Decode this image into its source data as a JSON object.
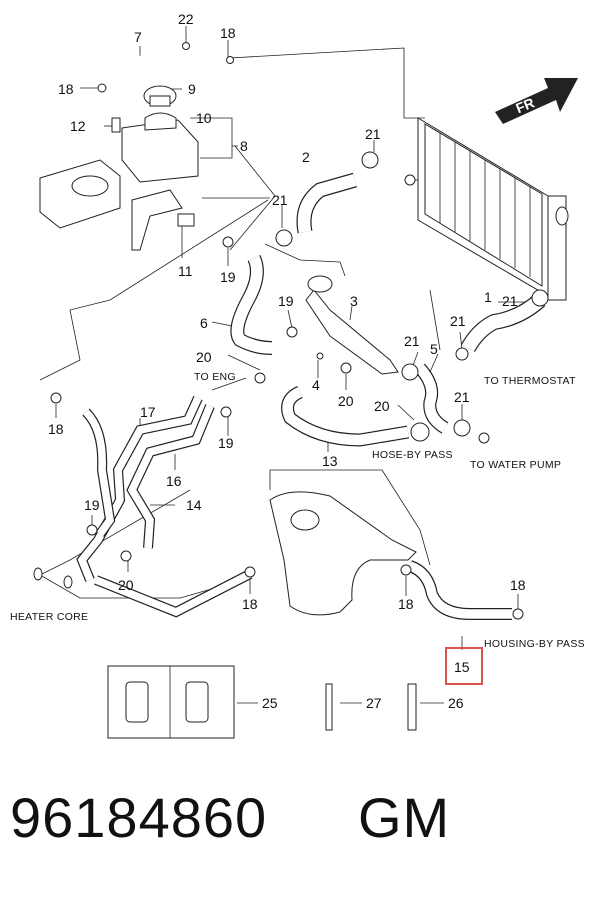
{
  "direction_label": "FR",
  "highlight_color": "#d9534f",
  "callouts": [
    {
      "id": "22",
      "text": "22"
    },
    {
      "id": "18a",
      "text": "18"
    },
    {
      "id": "7",
      "text": "7"
    },
    {
      "id": "18b",
      "text": "18"
    },
    {
      "id": "9",
      "text": "9"
    },
    {
      "id": "10",
      "text": "10"
    },
    {
      "id": "12",
      "text": "12"
    },
    {
      "id": "8",
      "text": "8"
    },
    {
      "id": "2",
      "text": "2"
    },
    {
      "id": "21a",
      "text": "21"
    },
    {
      "id": "21b",
      "text": "21"
    },
    {
      "id": "21c",
      "text": "21"
    },
    {
      "id": "11",
      "text": "11"
    },
    {
      "id": "19a",
      "text": "19"
    },
    {
      "id": "3",
      "text": "3"
    },
    {
      "id": "19b",
      "text": "19"
    },
    {
      "id": "6",
      "text": "6"
    },
    {
      "id": "1",
      "text": "1"
    },
    {
      "id": "21d",
      "text": "21"
    },
    {
      "id": "21e",
      "text": "21"
    },
    {
      "id": "21f",
      "text": "21"
    },
    {
      "id": "5",
      "text": "5"
    },
    {
      "id": "20a",
      "text": "20"
    },
    {
      "id": "4",
      "text": "4"
    },
    {
      "id": "20b",
      "text": "20"
    },
    {
      "id": "21g",
      "text": "21"
    },
    {
      "id": "20c",
      "text": "20"
    },
    {
      "id": "18c",
      "text": "18"
    },
    {
      "id": "17",
      "text": "17"
    },
    {
      "id": "19c",
      "text": "19"
    },
    {
      "id": "13",
      "text": "13"
    },
    {
      "id": "16",
      "text": "16"
    },
    {
      "id": "14",
      "text": "14"
    },
    {
      "id": "19d",
      "text": "19"
    },
    {
      "id": "20d",
      "text": "20"
    },
    {
      "id": "18d",
      "text": "18"
    },
    {
      "id": "18e",
      "text": "18"
    },
    {
      "id": "18f",
      "text": "18"
    },
    {
      "id": "15",
      "text": "15"
    },
    {
      "id": "25",
      "text": "25"
    },
    {
      "id": "27",
      "text": "27"
    },
    {
      "id": "26",
      "text": "26"
    }
  ],
  "notes": {
    "to_eng": "TO  ENG",
    "to_thermostat": "TO  THERMOSTAT",
    "hose_by_pass": "HOSE-BY PASS",
    "to_water_pump": "TO  WATER PUMP",
    "heater_core": "HEATER  CORE",
    "housing_by_pass": "HOUSING-BY PASS"
  },
  "highlighted_part": "15",
  "footer": {
    "part_number": "96184860",
    "brand": "GM"
  }
}
